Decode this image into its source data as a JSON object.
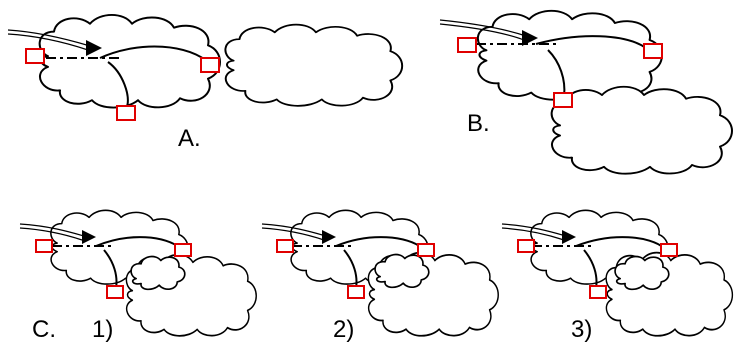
{
  "labels": {
    "a": "A.",
    "b": "B.",
    "c": "C.",
    "c1": "1)",
    "c2": "2)",
    "c3": "3)"
  },
  "colors": {
    "port_stroke": "#e00000",
    "line": "#000000",
    "background": "#ffffff"
  }
}
